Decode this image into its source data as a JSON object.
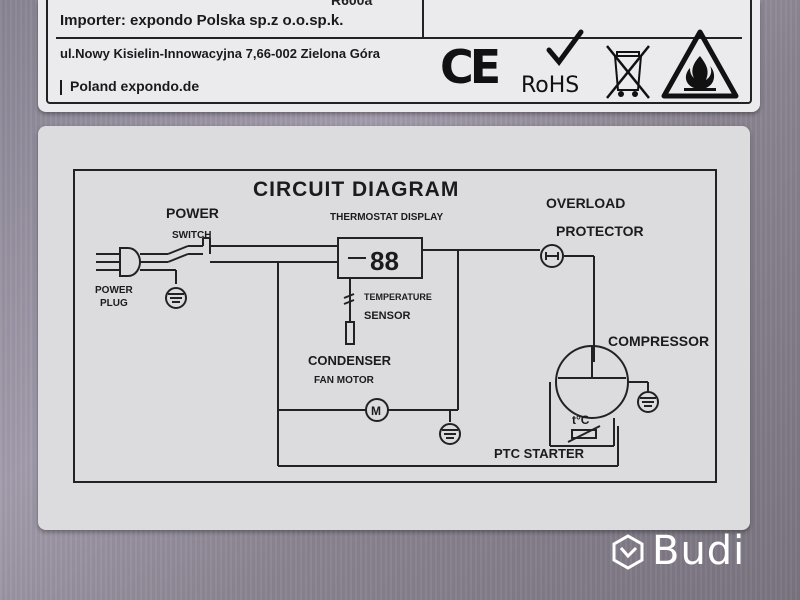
{
  "top_label": {
    "cut_text": "R600a",
    "importer": "Importer: expondo Polska sp.z o.o.sp.k.",
    "address": "ul.Nowy Kisielin-Innowacyjna 7,66-002 Zielona  Góra",
    "country": "Poland expondo.de",
    "ce": "CE",
    "rohs": "RoHS"
  },
  "diagram": {
    "title": "CIRCUIT DIAGRAM",
    "power": "POWER",
    "switch": "SWITCH",
    "power_plug_1": "POWER",
    "power_plug_2": "PLUG",
    "thermostat_display": "THERMOSTAT DISPLAY",
    "display_digits": "88",
    "temperature": "TEMPERATURE",
    "sensor": "SENSOR",
    "condenser": "CONDENSER",
    "fan_motor": "FAN MOTOR",
    "motor_symbol": "M",
    "overload_1": "OVERLOAD",
    "overload_2": "PROTECTOR",
    "compressor": "COMPRESSOR",
    "tc": "t°C",
    "ptc_starter": "PTC STARTER"
  },
  "brand": {
    "name": "Budi"
  }
}
